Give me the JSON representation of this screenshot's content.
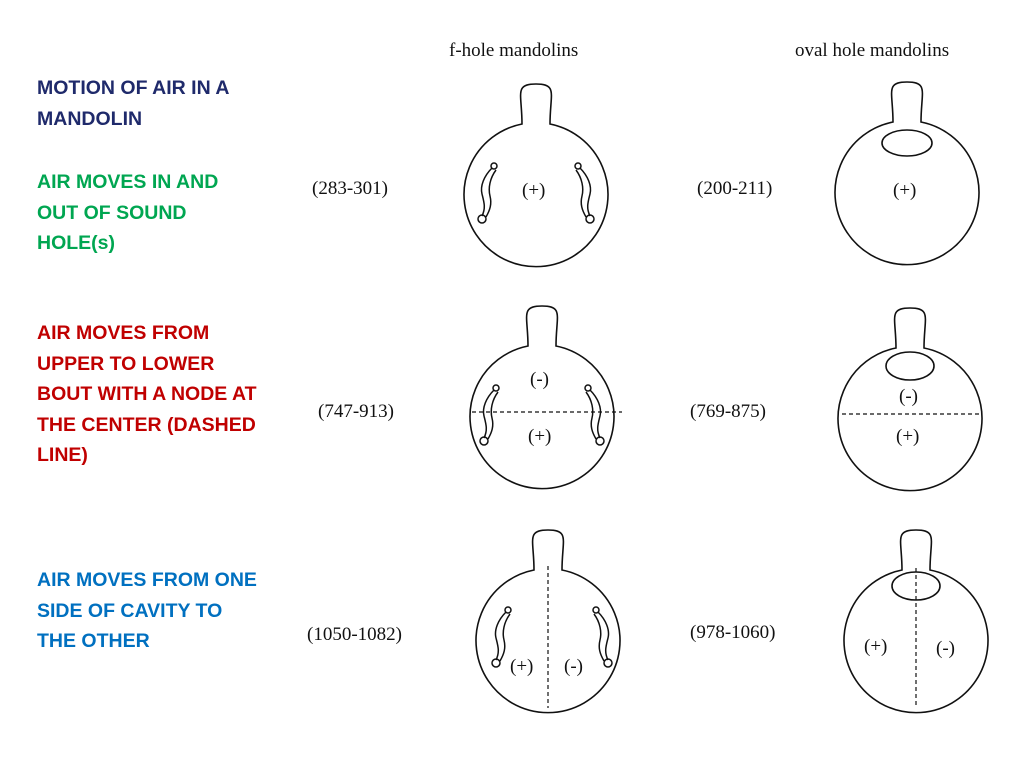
{
  "title": "MOTION OF AIR IN A MANDOLIN",
  "columns": {
    "fhole": "f-hole mandolins",
    "oval": "oval hole mandolins"
  },
  "modes": [
    {
      "description": "AIR MOVES IN AND OUT OF SOUND HOLE(s)",
      "color": "#00A651",
      "fhole_range": "(283-301)",
      "oval_range": "(200-211)",
      "fhole_signs": [
        "(+)"
      ],
      "oval_signs": [
        "(+)"
      ]
    },
    {
      "description": "AIR MOVES FROM UPPER TO LOWER BOUT WITH A NODE AT THE CENTER (DASHED LINE)",
      "color": "#C00000",
      "fhole_range": "(747-913)",
      "oval_range": "(769-875)",
      "fhole_signs": [
        "(-)",
        "(+)"
      ],
      "oval_signs": [
        "(-)",
        "(+)"
      ]
    },
    {
      "description": "AIR MOVES FROM ONE SIDE OF CAVITY TO THE OTHER",
      "color": "#0070C0",
      "fhole_range": "(1050-1082)",
      "oval_range": "(978-1060)",
      "fhole_signs": [
        "(+)",
        "(-)"
      ],
      "oval_signs": [
        "(+)",
        "(-)"
      ]
    }
  ],
  "colors": {
    "title": "#1F2A6B",
    "line": "#111111"
  }
}
